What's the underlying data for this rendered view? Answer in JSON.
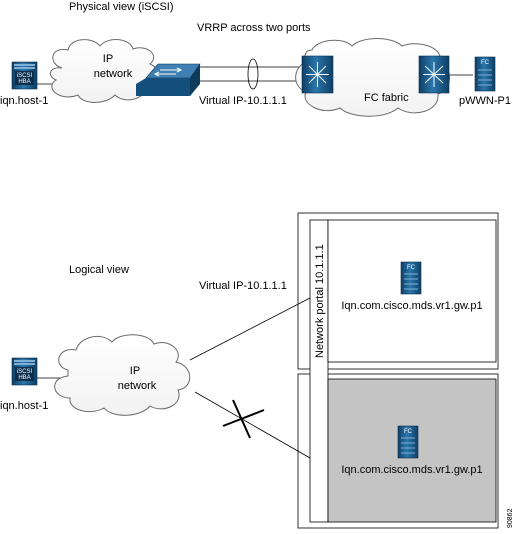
{
  "physical_view": {
    "title": "Physical view (iSCSI)",
    "vrrp_label": "VRRP across two ports",
    "ip_network_line1": "IP",
    "ip_network_line2": "network",
    "host_label": "iqn.host-1",
    "host_badge_line1": "iSCSI",
    "host_badge_line2": "HBA",
    "virtual_ip_label": "Virtual IP-10.1.1.1",
    "fc_fabric_label": "FC fabric",
    "target_label": "pWWN-P1",
    "target_badge": "FC"
  },
  "logical_view": {
    "title": "Logical view",
    "virtual_ip_label": "Virtual IP-10.1.1.1",
    "ip_network_line1": "IP",
    "ip_network_line2": "network",
    "host_label": "iqn.host-1",
    "host_badge_line1": "iSCSI",
    "host_badge_line2": "HBA",
    "network_portal_label": "Network portal 10.1.1.1",
    "target_top_label": "Iqn.com.cisco.mds.vr1.gw.p1",
    "target_bottom_label": "Iqn.com.cisco.mds.vr1.gw.p1",
    "target_badge": "FC"
  },
  "figure_id": "90862",
  "colors": {
    "device_blue": "#1c5c8c",
    "switch_blue": "#14507e",
    "cloud_stroke": "#6b6b6b",
    "inactive_fill": "#c4c4c4"
  }
}
